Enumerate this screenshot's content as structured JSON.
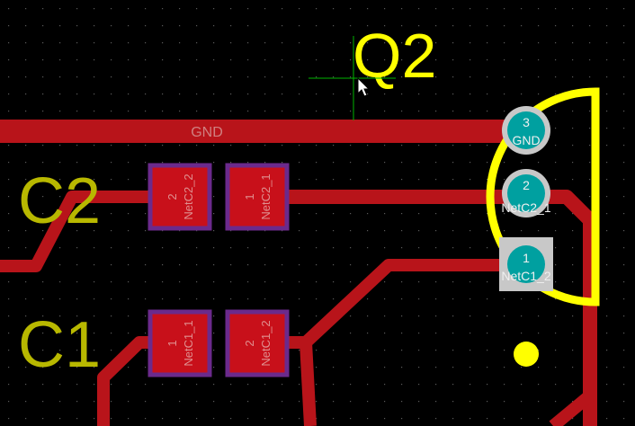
{
  "board": {
    "net_label": "GND",
    "colors": {
      "background": "#000000",
      "grid_dot": "#5a5a5a",
      "copper_top": "#b8141a",
      "pad_smd": "#c8101a",
      "pad_outline": "#6b2a8c",
      "silkscreen": "#ffff00",
      "designator": "#b8b800",
      "via_ring": "#c8c8c8",
      "via_hole": "#00a0a0",
      "crosshair": "#00b400"
    }
  },
  "designators": {
    "q2": "Q2",
    "c2": "C2",
    "c1": "C1"
  },
  "pads": {
    "c2_pad2": {
      "num": "2",
      "net": "NetC2_2"
    },
    "c2_pad1": {
      "num": "1",
      "net": "NetC2_1"
    },
    "c1_pad1": {
      "num": "1",
      "net": "NetC1_1"
    },
    "c1_pad2": {
      "num": "2",
      "net": "NetC1_2"
    },
    "q2_pad3": {
      "num": "3",
      "net": "GND"
    },
    "q2_pad2": {
      "num": "2",
      "net": "NetC2_1"
    },
    "q2_pad1": {
      "num": "1",
      "net": "NetC1_2"
    }
  }
}
